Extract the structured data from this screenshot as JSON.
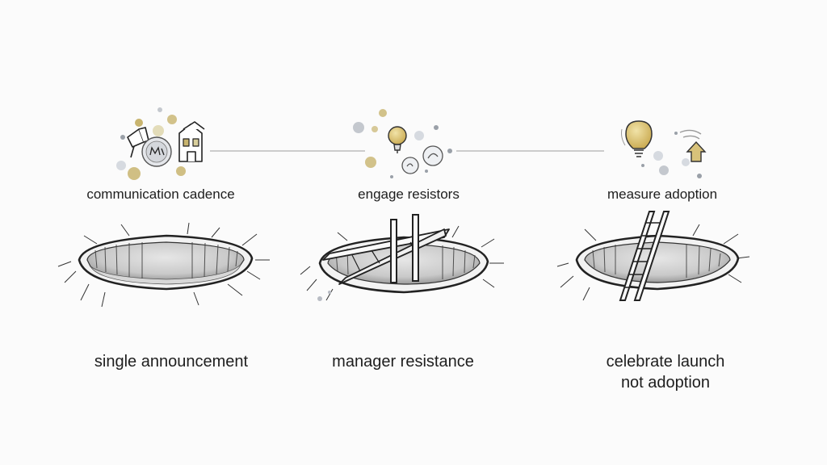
{
  "columns": [
    {
      "practice": "communication cadence",
      "pitfall": [
        "single announcement"
      ],
      "icons": [
        "megaphone-icon",
        "compass-icon",
        "building-icon"
      ],
      "bridge": "none"
    },
    {
      "practice": "engage resistors",
      "pitfall": [
        "manager resistance"
      ],
      "icons": [
        "lightbulb-icon",
        "chat-bubble-icon"
      ],
      "bridge": "planks"
    },
    {
      "practice": "measure adoption",
      "pitfall": [
        "celebrate launch",
        "not adoption"
      ],
      "icons": [
        "lightbulb-icon",
        "house-arrow-icon"
      ],
      "bridge": "ladder"
    }
  ],
  "colors": {
    "ink": "#1e1e1e",
    "accent_gold": "#c8b46e",
    "accent_gray": "#b8bcc4",
    "connector": "#b0b0b0"
  }
}
